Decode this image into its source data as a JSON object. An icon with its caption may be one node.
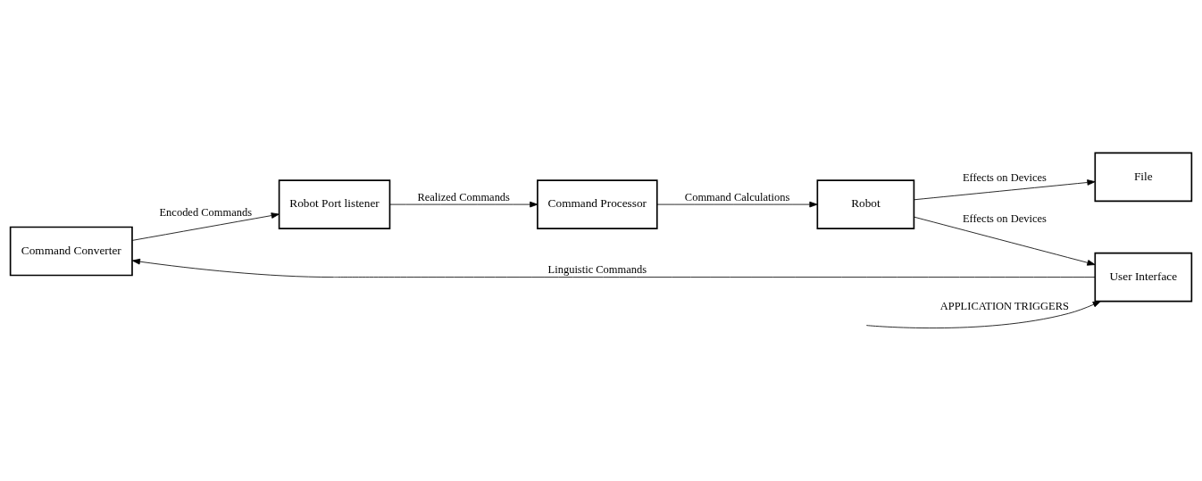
{
  "diagram": {
    "nodes": [
      {
        "text": [
          "Command Converter"
        ]
      },
      {
        "text": [
          "Robot Port listener"
        ]
      },
      {
        "text": [
          "Command Processor"
        ]
      },
      {
        "text": [
          "Robot"
        ]
      },
      {
        "text": [
          "User Interface"
        ]
      },
      {
        "text": [
          "File"
        ]
      }
    ],
    "edges": [
      {
        "from": 4,
        "to": 0,
        "arrow": "to",
        "label": "Linguistic Commands"
      },
      {
        "from": 0,
        "to": 1,
        "arrow": "to",
        "label": "Encoded Commands"
      },
      {
        "from": 1,
        "to": 2,
        "arrow": "to",
        "label": "Realized Commands"
      },
      {
        "from": 2,
        "to": 3,
        "arrow": "to",
        "label": "Command Calculations"
      },
      {
        "from": 3,
        "to": 4,
        "arrow": "to",
        "label": "Effects on Devices"
      },
      {
        "from": 3,
        "to": 5,
        "arrow": "to",
        "label": "Effects on Devices"
      },
      {
        "from": null,
        "to": 4,
        "arrow": "to",
        "label": "APPLICATION TRIGGERS"
      }
    ]
  }
}
